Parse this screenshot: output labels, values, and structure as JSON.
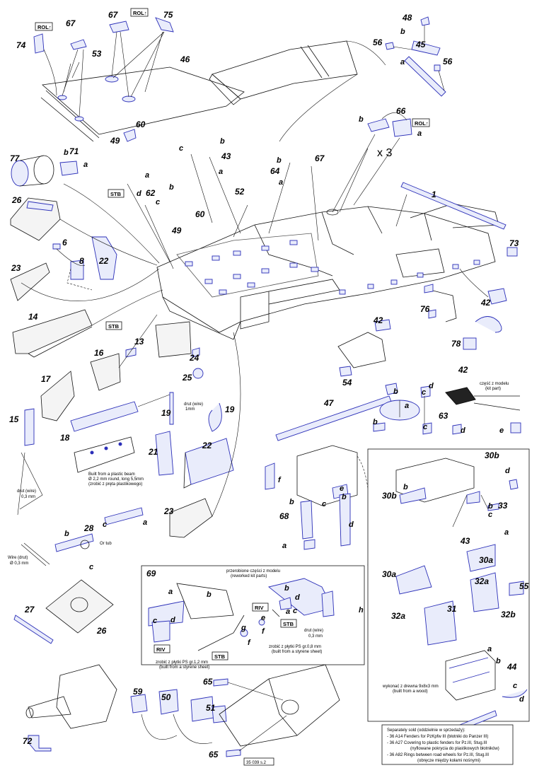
{
  "parts": {
    "p1": "1",
    "p6": "6",
    "p8": "8",
    "p13": "13",
    "p14": "14",
    "p15": "15",
    "p16": "16",
    "p17": "17",
    "p18": "18",
    "p19a": "19",
    "p19b": "19",
    "p21": "21",
    "p22a": "22",
    "p22b": "22",
    "p23a": "23",
    "p23b": "23",
    "p24": "24",
    "p25": "25",
    "p26a": "26",
    "p26b": "26",
    "p27": "27",
    "p28": "28",
    "p30a1": "30a",
    "p30a2": "30a",
    "p30b1": "30b",
    "p30b2": "30b",
    "p31": "31",
    "p32a1": "32a",
    "p32a2": "32a",
    "p32b": "32b",
    "p33": "33",
    "p42a": "42",
    "p42b": "42",
    "p42c": "42",
    "p43a": "43",
    "p43b": "43",
    "p44": "44",
    "p45": "45",
    "p46": "46",
    "p47": "47",
    "p48": "48",
    "p49a": "49",
    "p49b": "49",
    "p50": "50",
    "p51": "51",
    "p52": "52",
    "p53": "53",
    "p54": "54",
    "p55": "55",
    "p56a": "56",
    "p56b": "56",
    "p59": "59",
    "p60a": "60",
    "p60b": "60",
    "p62": "62",
    "p63": "63",
    "p64": "64",
    "p65a": "65",
    "p65b": "65",
    "p66": "66",
    "p67a": "67",
    "p67b": "67",
    "p67c": "67",
    "p68": "68",
    "p69": "69",
    "p71": "71",
    "p72": "72",
    "p73": "73",
    "p74": "74",
    "p75": "75",
    "p76": "76",
    "p77": "77",
    "p78": "78"
  },
  "sub": {
    "a": "a",
    "b": "b",
    "c": "c",
    "d": "d",
    "e": "e",
    "f": "f",
    "g": "g",
    "h": "h"
  },
  "tags": {
    "rol": "ROL↑",
    "stb": "STB",
    "riv": "RIV",
    "x3": "x 3"
  },
  "notes": {
    "wire_1mm_1": "drut (wire)",
    "wire_1mm_2": "1mm",
    "beam_1": "Built from a plastic beam",
    "beam_2": "Ø 2,2 mm round, long 5,5mm",
    "beam_3": "(zrobić z pręta plastikowego)",
    "wire03_1": "drut (wire)",
    "wire03_2": "0,3 mm",
    "wire_diam_1": "Wire (drut)",
    "wire_diam_2": "Ø 0,3 mm",
    "rework_1": "przerobione części z modelu",
    "rework_2": "(reworked kit parts)",
    "plate12_1": "zrobić z płytki PS gr.1,2 mm",
    "plate12_2": "(built from a styrene sheet)",
    "plate08_1": "zrobić z płytki PS gr.0,8 mm",
    "plate08_2": "(built from a styrene sheet)",
    "kit_1": "część z modelu",
    "kit_2": "(kit part)",
    "wood_1": "wykonać z drewna 9x8x3 mm",
    "wood_2": "(built from a wood)",
    "or_tub": "Or tub",
    "sep_1": "Separately sold (oddzielnie w sprzedaży):",
    "sep_2": "- 36 A14  Fenders for PzKpfw III (błotniki do Panzer III)",
    "sep_3": "- 36 A27 Covering to plastic fenders for Pz.III, Stug.III",
    "sep_4": "(nyflowane pokrycia do plastikowych błotników)",
    "sep_5": "- 36 A82 Rings between road wheels for Pz.III, Stug.III",
    "sep_6": "(obręcze między kołami nośnymi)",
    "page": "35 039 s.2"
  }
}
